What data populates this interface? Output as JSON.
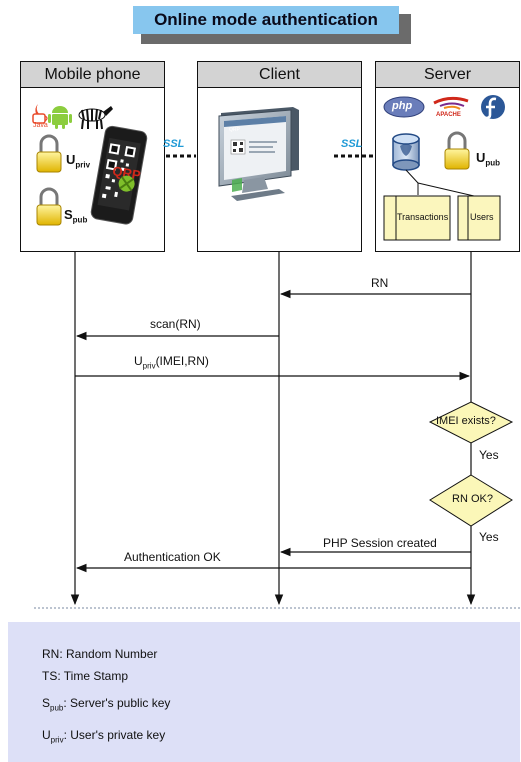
{
  "title": "Online mode authentication",
  "columns": {
    "mobile": "Mobile phone",
    "client": "Client",
    "server": "Server"
  },
  "mobile_panel": {
    "key_priv_main": "U",
    "key_priv_sub": "priv",
    "key_pub_main": "S",
    "key_pub_sub": "pub",
    "java_text": "Java"
  },
  "server_panel": {
    "php_text": "php",
    "apache_text": "APACHE",
    "key_main": "U",
    "key_sub": "pub",
    "table1": "Transactions",
    "table2": "Users"
  },
  "ssl_label": "SSL",
  "messages": {
    "rn": "RN",
    "scan": "scan(RN)",
    "upriv_main": "U",
    "upriv_sub": "priv",
    "upriv_rest": "(IMEI,RN)",
    "imei_check": "IMEI exists?",
    "yes1": "Yes",
    "rn_check": "RN OK?",
    "yes2": "Yes",
    "session": "PHP Session created",
    "auth_ok": "Authentication OK"
  },
  "legend": {
    "line1": "RN: Random Number",
    "line2": "TS: Time Stamp",
    "line3_main": "S",
    "line3_sub": "pub",
    "line3_rest": ": Server's public key",
    "line4_main": "U",
    "line4_sub": "priv",
    "line4_rest": ": User's private key"
  },
  "colors": {
    "title_bg": "#87c6ee",
    "header_bg": "#d3d3d3",
    "diamond_fill": "#fbf7b8",
    "legend_bg": "#dde0f7",
    "ssl_text": "#1f9ad6"
  }
}
